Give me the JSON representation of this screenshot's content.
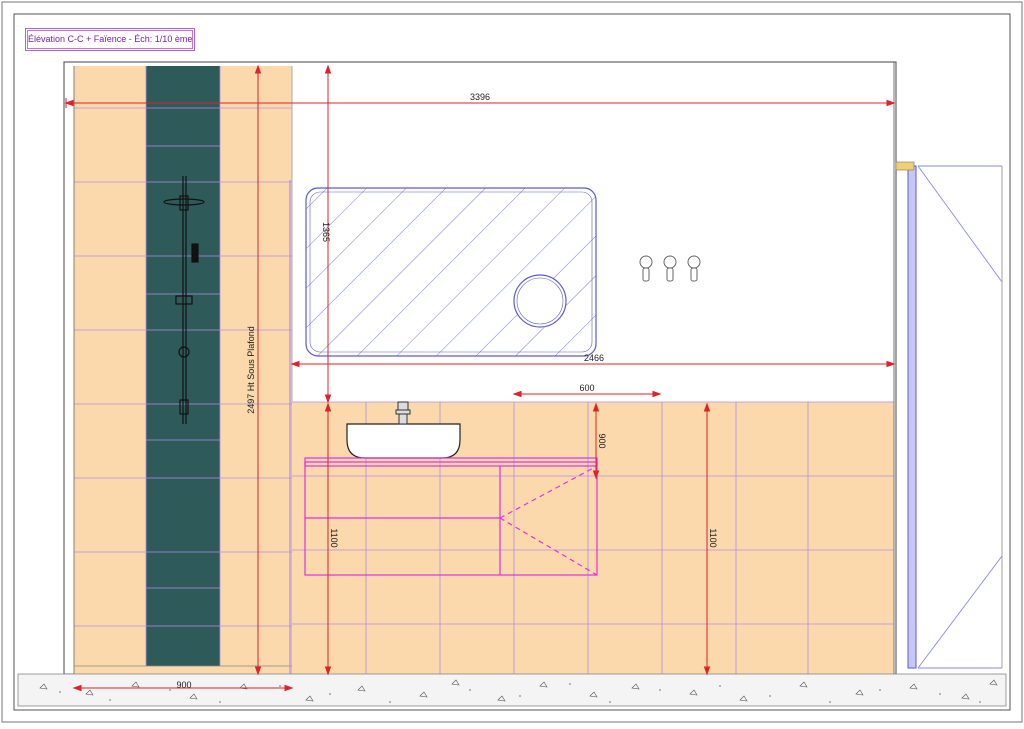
{
  "drawing": {
    "title": "Élévation C-C + Faïence - Éch: 1/10 ème",
    "colors": {
      "tile": "#fbd9ad",
      "shower_strip": "#2f5a5a",
      "tile_joint": "#b08ee8",
      "dimension": "#e0202a",
      "furniture": "#e030e0",
      "mirror_hatch": "#5a5ad8",
      "frame": "#555555"
    },
    "dimensions": {
      "overall_width": "3396",
      "mirror_height": "1365",
      "faience_width": "2466",
      "ceiling_height": "2497 Ht Sous Plafond",
      "basin_width": "600",
      "basin_height": "900",
      "vanity_height": "1100",
      "right_height": "1100",
      "shower_width": "900"
    }
  }
}
